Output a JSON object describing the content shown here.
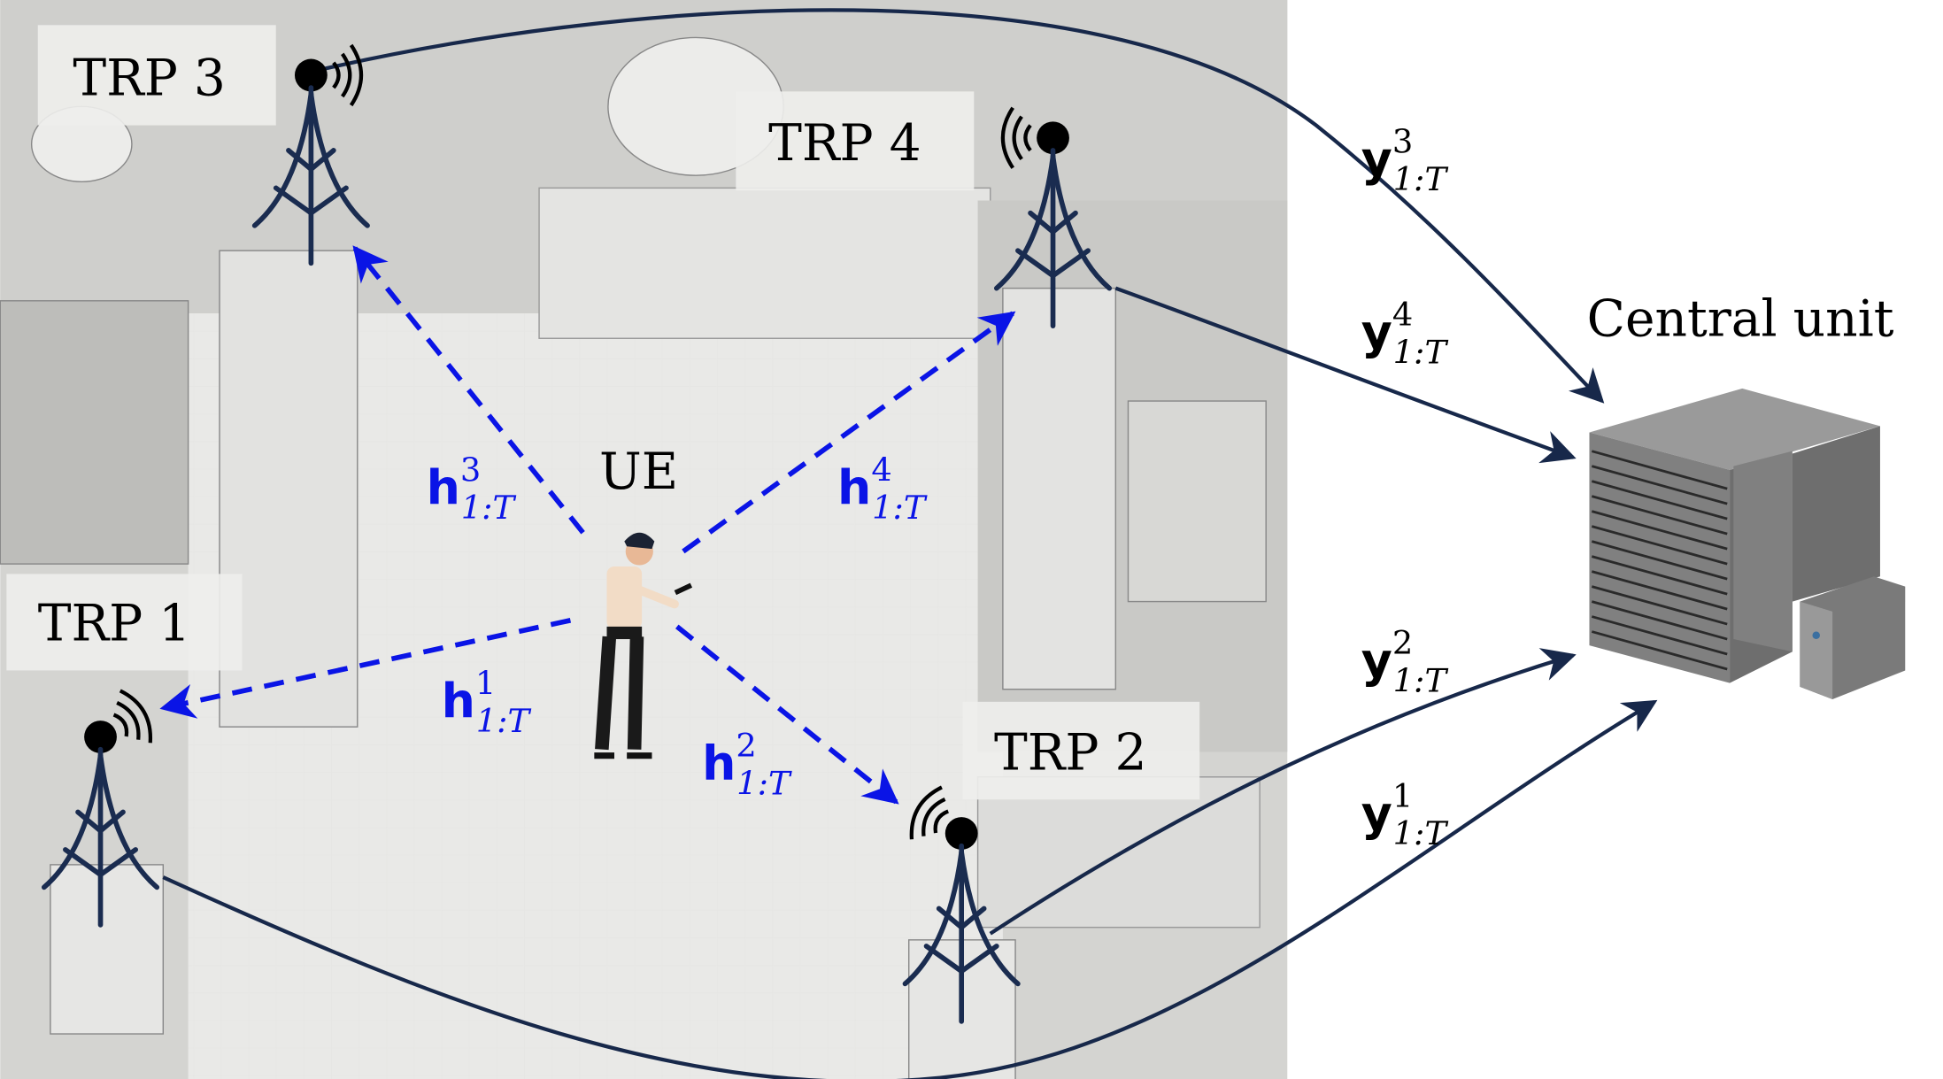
{
  "trps": [
    {
      "label": "TRP 1",
      "index": "1"
    },
    {
      "label": "TRP 2",
      "index": "2"
    },
    {
      "label": "TRP 3",
      "index": "3"
    },
    {
      "label": "TRP 4",
      "index": "4"
    }
  ],
  "ue": {
    "label": "UE"
  },
  "central_unit": {
    "label": "Central unit"
  },
  "channels": {
    "symbol": "h",
    "subscript": "1:T",
    "items": [
      {
        "sup": "1"
      },
      {
        "sup": "2"
      },
      {
        "sup": "3"
      },
      {
        "sup": "4"
      }
    ]
  },
  "signals": {
    "symbol": "y",
    "subscript": "1:T",
    "items": [
      {
        "sup": "1"
      },
      {
        "sup": "2"
      },
      {
        "sup": "3"
      },
      {
        "sup": "4"
      }
    ]
  },
  "colors": {
    "channel_arrows": "#0a14e6",
    "fronthaul_links": "#17284a",
    "tower": "#1a2c50",
    "map_background": "#d9d9d6",
    "server": "#7a7a7a"
  },
  "icons": [
    "radio-tower-icon",
    "person-with-phone-icon",
    "server-rack-icon"
  ]
}
